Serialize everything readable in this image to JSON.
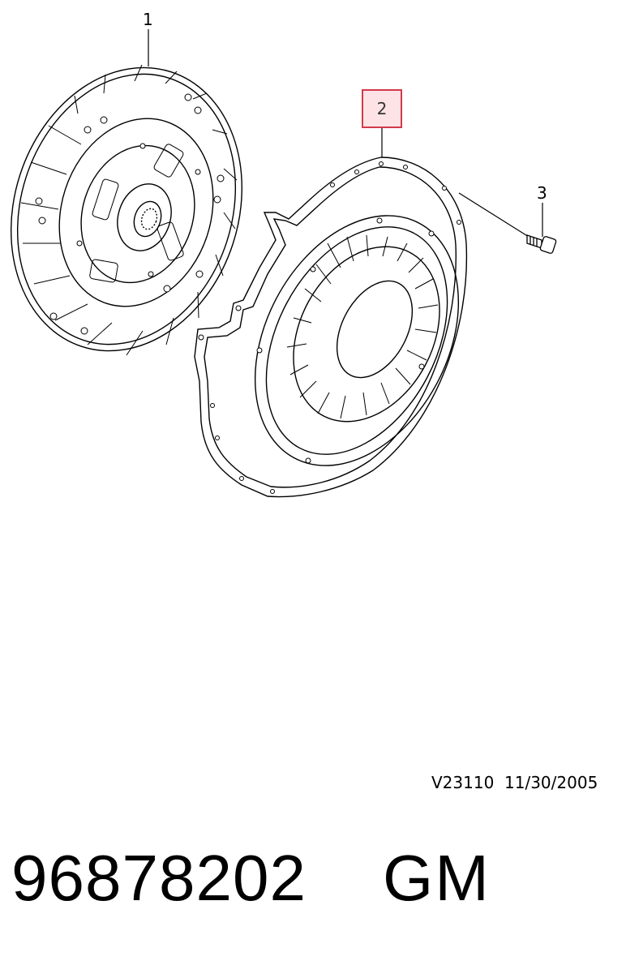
{
  "diagram": {
    "callouts": [
      {
        "id": "1",
        "label": "1"
      },
      {
        "id": "2",
        "label": "2"
      },
      {
        "id": "3",
        "label": "3"
      }
    ],
    "highlighted_callout": "2",
    "highlight_colors": {
      "border": "#d23a4a",
      "fill": "#fde3e6"
    },
    "parts": [
      {
        "callout": "1",
        "icon": "clutch-disc-icon"
      },
      {
        "callout": "2",
        "icon": "pressure-plate-icon"
      },
      {
        "callout": "3",
        "icon": "bolt-icon"
      }
    ]
  },
  "footer": {
    "reference": "V23110  11/30/2005",
    "part_number": "96878202",
    "brand": "GM"
  }
}
